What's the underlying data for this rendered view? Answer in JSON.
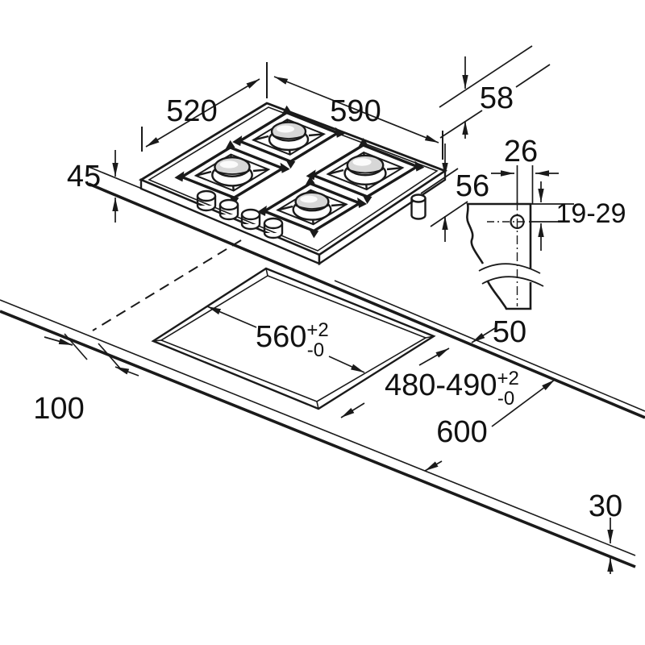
{
  "diagram": {
    "kind": "gas hob installation drawing",
    "views": [
      "hob isometric view",
      "worktop cutout isometric view",
      "mounting bracket edge detail"
    ]
  },
  "dims": {
    "hob_width": "590",
    "hob_depth": "520",
    "hob_height": "45",
    "hob_body_depth": "56",
    "rear_edge_gap": "58",
    "bracket_hole_offset": "26",
    "bracket_hole_range": "19-29",
    "rear_clearance": "50",
    "cutout_width": "560",
    "cutout_width_tol_upper": "+2",
    "cutout_width_tol_lower": "-0",
    "cutout_depth": "480-490",
    "cutout_depth_tol_upper": "+2",
    "cutout_depth_tol_lower": "-0",
    "worktop_depth": "600",
    "front_clearance": "100",
    "worktop_min_thickness": "30"
  },
  "colors": {
    "line": "#1a1a1a",
    "burner_cap": "#d7d7d7",
    "background": "#ffffff"
  }
}
